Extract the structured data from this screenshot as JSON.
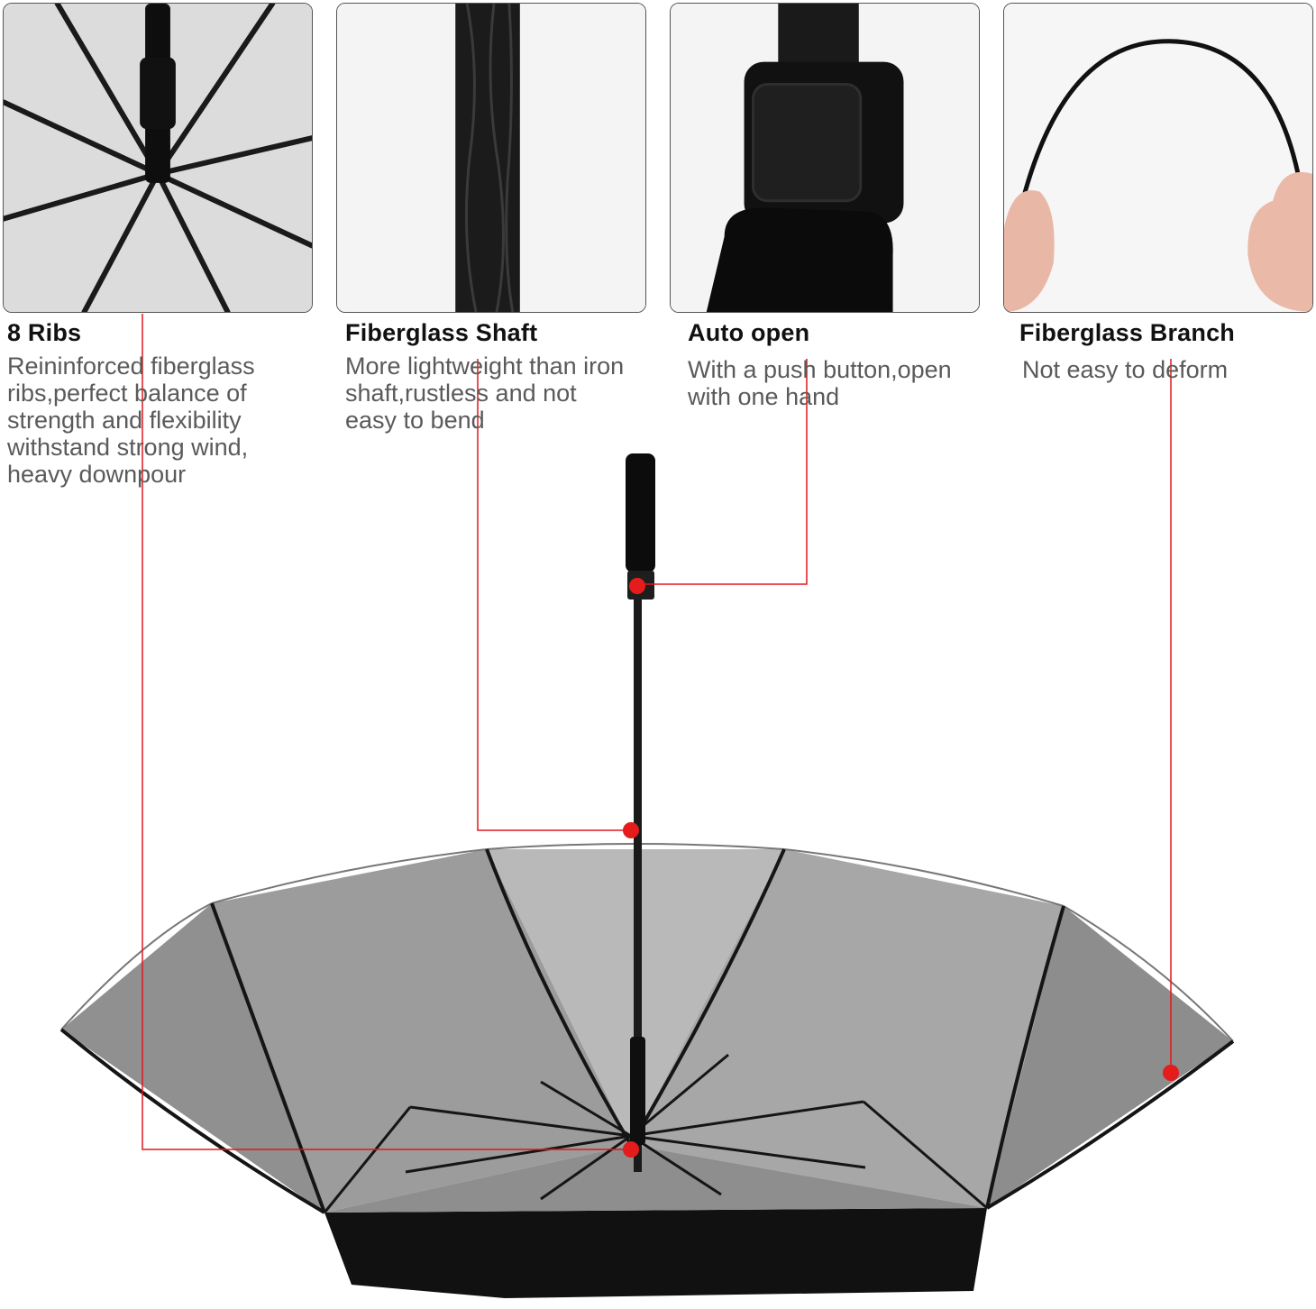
{
  "features": [
    {
      "title": "8 Ribs",
      "description": "Reininforced fiberglass ribs,perfect balance of strength and flexibility withstand strong wind, heavy downpour",
      "photo_icon": "umbrella-ribs-closeup"
    },
    {
      "title": "Fiberglass Shaft",
      "description": "More lightweight than iron shaft,rustless and not easy to bend",
      "photo_icon": "shaft-closeup"
    },
    {
      "title": "Auto open",
      "description": "With a push button,open with one hand",
      "photo_icon": "push-button-handle"
    },
    {
      "title": "Fiberglass Branch",
      "description": "Not easy to deform",
      "photo_icon": "bent-rib-hands"
    }
  ],
  "colors": {
    "callout": "#e0191b",
    "canopy_inner": "#a8a9a8",
    "canopy_outer": "#111111",
    "rib": "#151515"
  }
}
